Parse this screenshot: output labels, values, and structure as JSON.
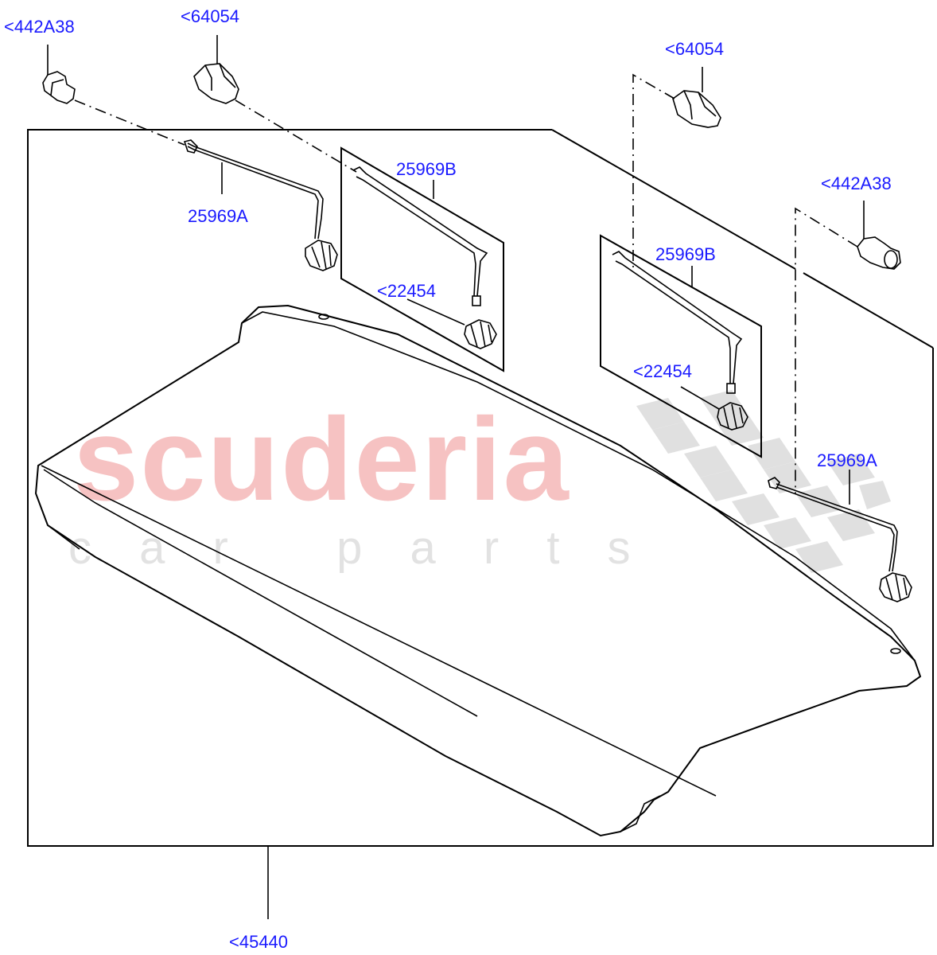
{
  "watermark": {
    "brand": "scuderia",
    "sub": "c a r   p a r t s"
  },
  "callouts": {
    "clip_left": "<442A38",
    "pin_left": "<64054",
    "pin_right": "<64054",
    "clip_right": "<442A38",
    "strap_b_left": "25969B",
    "strap_a_left": "25969A",
    "knob_left": "<22454",
    "strap_b_right": "25969B",
    "knob_right": "<22454",
    "strap_a_right": "25969A",
    "cover_panel": "<45440"
  },
  "colors": {
    "callout": "#1a1aff",
    "watermark_brand": "#f6c2c2",
    "watermark_checker": "#e0e0e0"
  }
}
